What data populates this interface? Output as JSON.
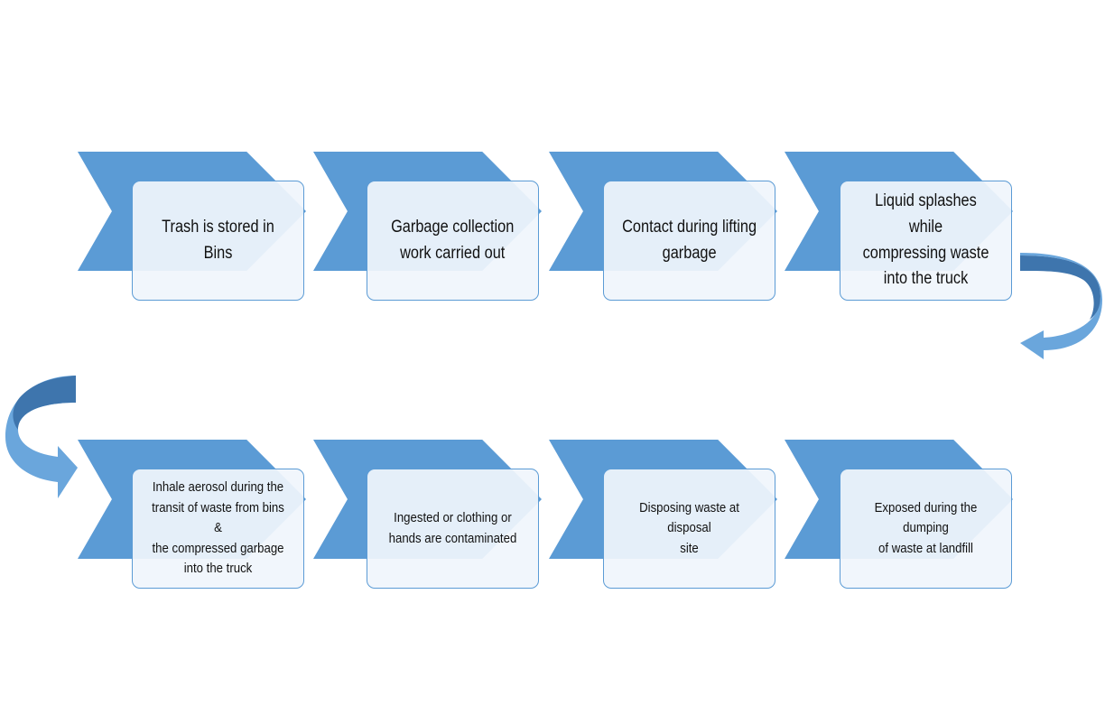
{
  "colors": {
    "chevron": "#5b9bd5",
    "box_border": "#5b9bd5",
    "box_fill": "#f0f5fc",
    "curved_arrow_light": "#6aa6dc",
    "curved_arrow_dark": "#3e75ad",
    "text": "#111111"
  },
  "icons": {
    "right_connector": "curved-arrow-down-left-icon",
    "left_connector": "curved-arrow-down-right-icon"
  },
  "steps": [
    {
      "label": "Trash is stored in Bins"
    },
    {
      "label": "Garbage collection\nwork carried out"
    },
    {
      "label": "Contact during lifting\ngarbage"
    },
    {
      "label": "Liquid splashes while\ncompressing waste\ninto the truck"
    },
    {
      "label": "Inhale aerosol during the\ntransit of waste from bins &\nthe compressed garbage\ninto the truck"
    },
    {
      "label": "Ingested or clothing or\nhands are contaminated"
    },
    {
      "label": "Disposing waste at disposal\nsite"
    },
    {
      "label": "Exposed during the dumping\nof waste at landfill"
    }
  ]
}
